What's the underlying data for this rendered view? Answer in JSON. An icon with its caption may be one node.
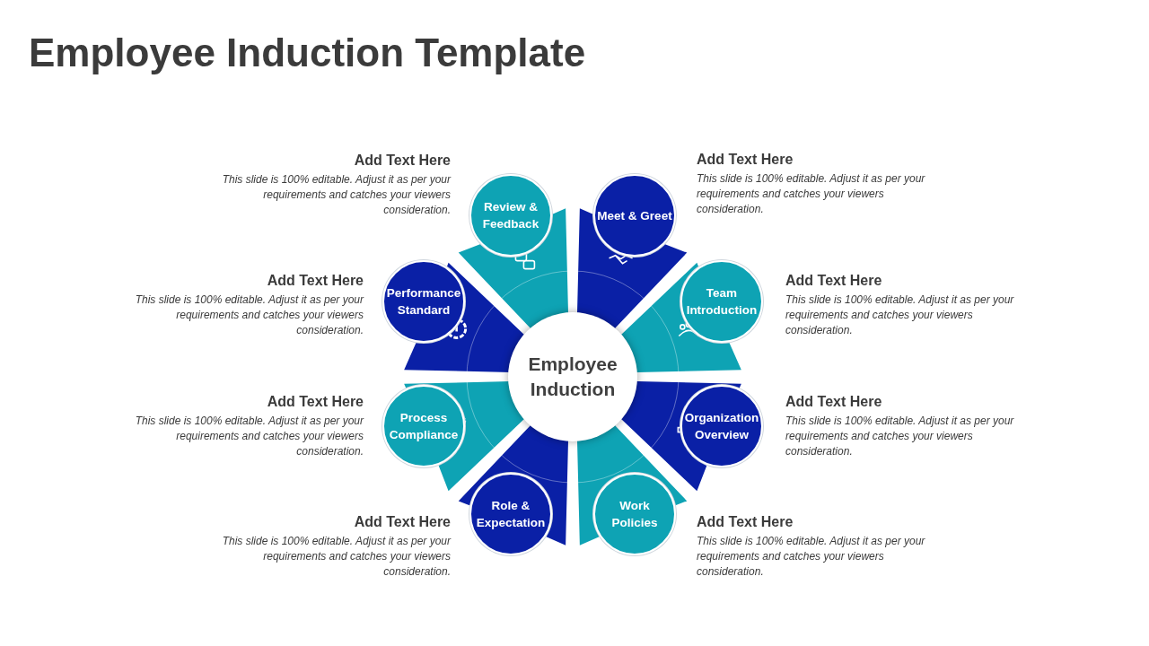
{
  "diagram": {
    "title": "Employee Induction Template",
    "nodes": [
      {
        "text": [
          "Employee Induction"
        ]
      },
      {
        "text": [
          "Review & Feedback"
        ],
        "beside": [
          "Add Text Here",
          "This slide is 100% editable. Adjust it as per your requirements and catches your viewers consideration."
        ]
      },
      {
        "text": [
          "Meet & Greet"
        ],
        "beside": [
          "Add Text Here",
          "This slide is 100% editable. Adjust it as per your requirements and catches your viewers consideration."
        ]
      },
      {
        "text": [
          "Team Introduction"
        ],
        "beside": [
          "Add Text Here",
          "This slide is 100% editable. Adjust it as per your requirements and catches your viewers consideration."
        ]
      },
      {
        "text": [
          "Organization Overview"
        ],
        "beside": [
          "Add Text Here",
          "This slide is 100% editable. Adjust it as per your requirements and catches your viewers consideration."
        ]
      },
      {
        "text": [
          "Work Policies"
        ],
        "beside": [
          "Add Text Here",
          "This slide is 100% editable. Adjust it as per your requirements and catches your viewers consideration."
        ]
      },
      {
        "text": [
          "Role & Expectation"
        ],
        "beside": [
          "Add Text Here",
          "This slide is 100% editable. Adjust it as per your requirements and catches your viewers consideration."
        ]
      },
      {
        "text": [
          "Process Compliance"
        ],
        "beside": [
          "Add Text Here",
          "This slide is 100% editable. Adjust it as per your requirements and catches your viewers consideration."
        ]
      },
      {
        "text": [
          "Performance Standard"
        ],
        "beside": [
          "Add Text Here",
          "This slide is 100% editable. Adjust it as per your requirements and catches your viewers consideration."
        ]
      }
    ],
    "edges": []
  }
}
